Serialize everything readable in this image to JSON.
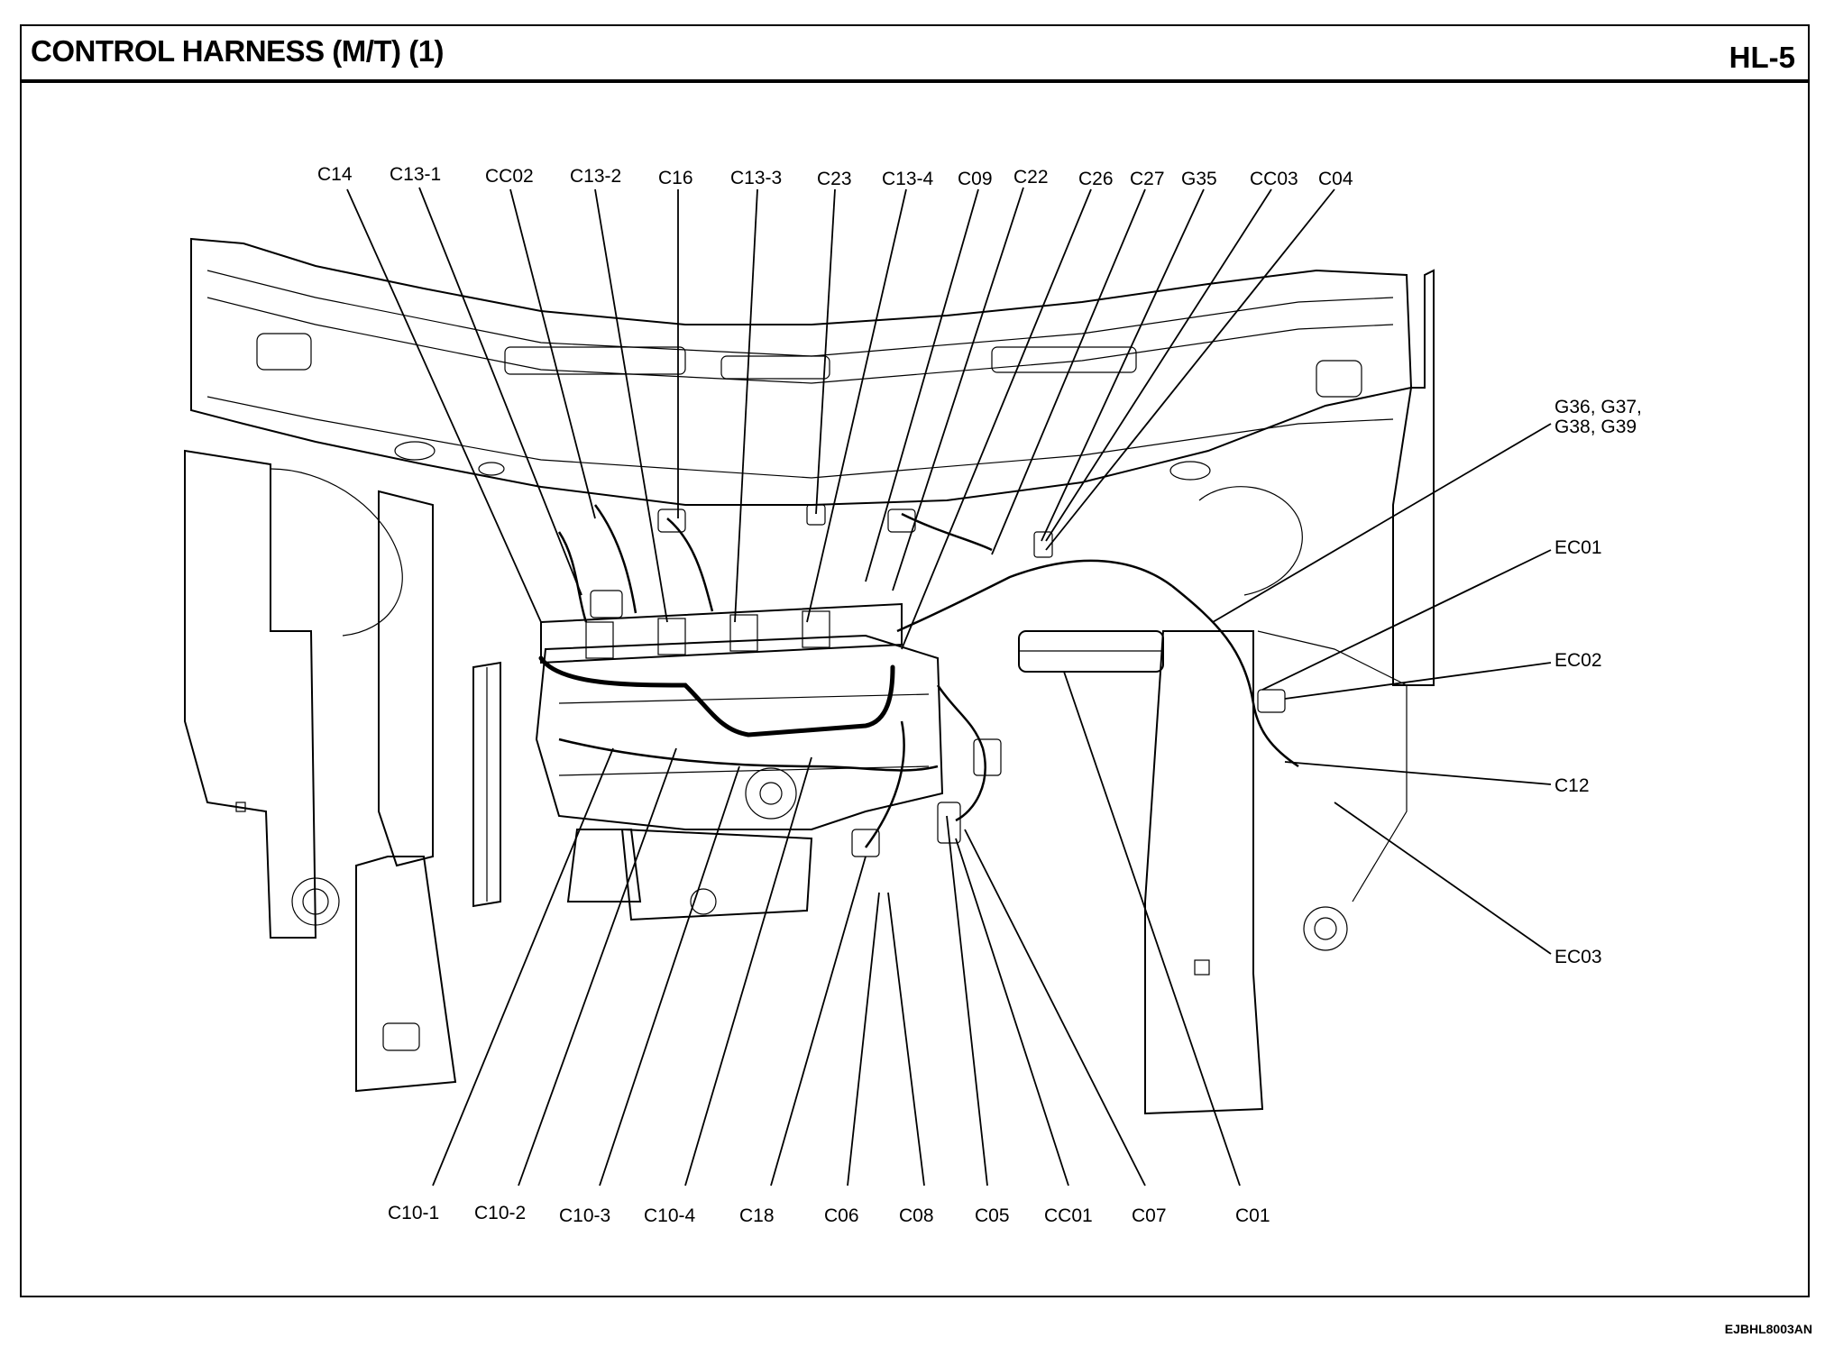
{
  "header": {
    "title": "CONTROL HARNESS (M/T) (1)",
    "page_code": "HL-5"
  },
  "drawing_code": "EJBHL8003AN",
  "labels": {
    "top": [
      "C14",
      "C13-1",
      "CC02",
      "C13-2",
      "C16",
      "C13-3",
      "C23",
      "C13-4",
      "C09",
      "C22",
      "C26",
      "C27",
      "G35",
      "CC03",
      "C04"
    ],
    "right": {
      "g36_line1": "G36, G37,",
      "g36_line2": "G38, G39",
      "ec01": "EC01",
      "ec02": "EC02",
      "c12": "C12",
      "ec03": "EC03"
    },
    "bottom": [
      "C10-1",
      "C10-2",
      "C10-3",
      "C10-4",
      "C18",
      "C06",
      "C08",
      "C05",
      "CC01",
      "C07",
      "C01"
    ]
  }
}
